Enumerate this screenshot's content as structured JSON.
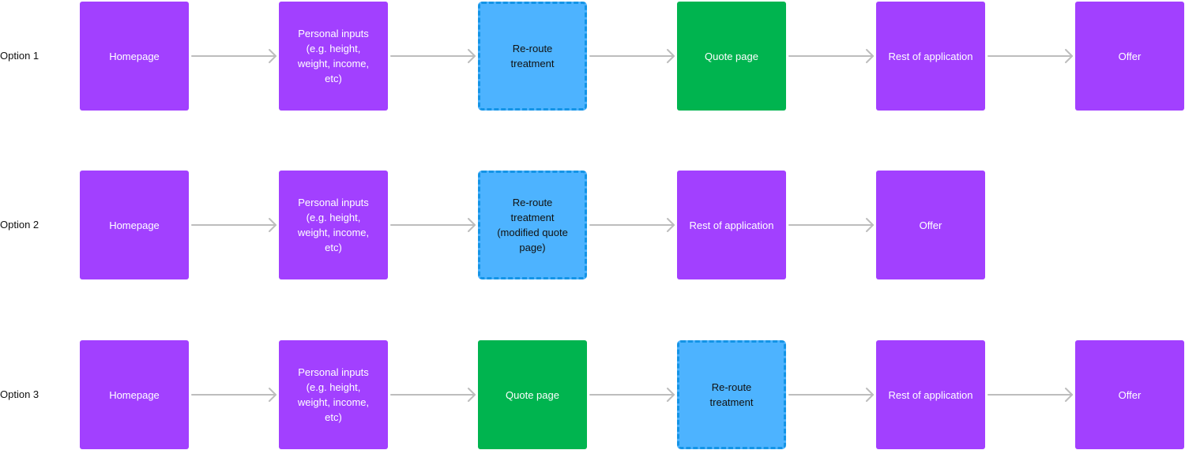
{
  "rows": [
    {
      "label": "Option 1",
      "nodes": [
        {
          "text": "Homepage",
          "kind": "purple"
        },
        {
          "text": "Personal inputs (e.g. height, weight, income, etc)",
          "kind": "purple"
        },
        {
          "text": "Re-route treatment",
          "kind": "blue"
        },
        {
          "text": "Quote page",
          "kind": "green"
        },
        {
          "text": "Rest of application",
          "kind": "purple"
        },
        {
          "text": "Offer",
          "kind": "purple"
        }
      ]
    },
    {
      "label": "Option 2",
      "nodes": [
        {
          "text": "Homepage",
          "kind": "purple"
        },
        {
          "text": "Personal inputs (e.g. height, weight, income, etc)",
          "kind": "purple"
        },
        {
          "text": "Re-route treatment (modified quote page)",
          "kind": "blue"
        },
        {
          "text": "Rest of application",
          "kind": "purple"
        },
        {
          "text": "Offer",
          "kind": "purple"
        }
      ]
    },
    {
      "label": "Option 3",
      "nodes": [
        {
          "text": "Homepage",
          "kind": "purple"
        },
        {
          "text": "Personal inputs (e.g. height, weight, income, etc)",
          "kind": "purple"
        },
        {
          "text": "Quote page",
          "kind": "green"
        },
        {
          "text": "Re-route treatment",
          "kind": "blue"
        },
        {
          "text": "Rest of application",
          "kind": "purple"
        },
        {
          "text": "Offer",
          "kind": "purple"
        }
      ]
    }
  ],
  "colors": {
    "purple": "#a240ff",
    "green": "#00b44f",
    "blue": "#4db3ff",
    "blue_border": "#1494e6",
    "connector": "#bdbdbd"
  }
}
